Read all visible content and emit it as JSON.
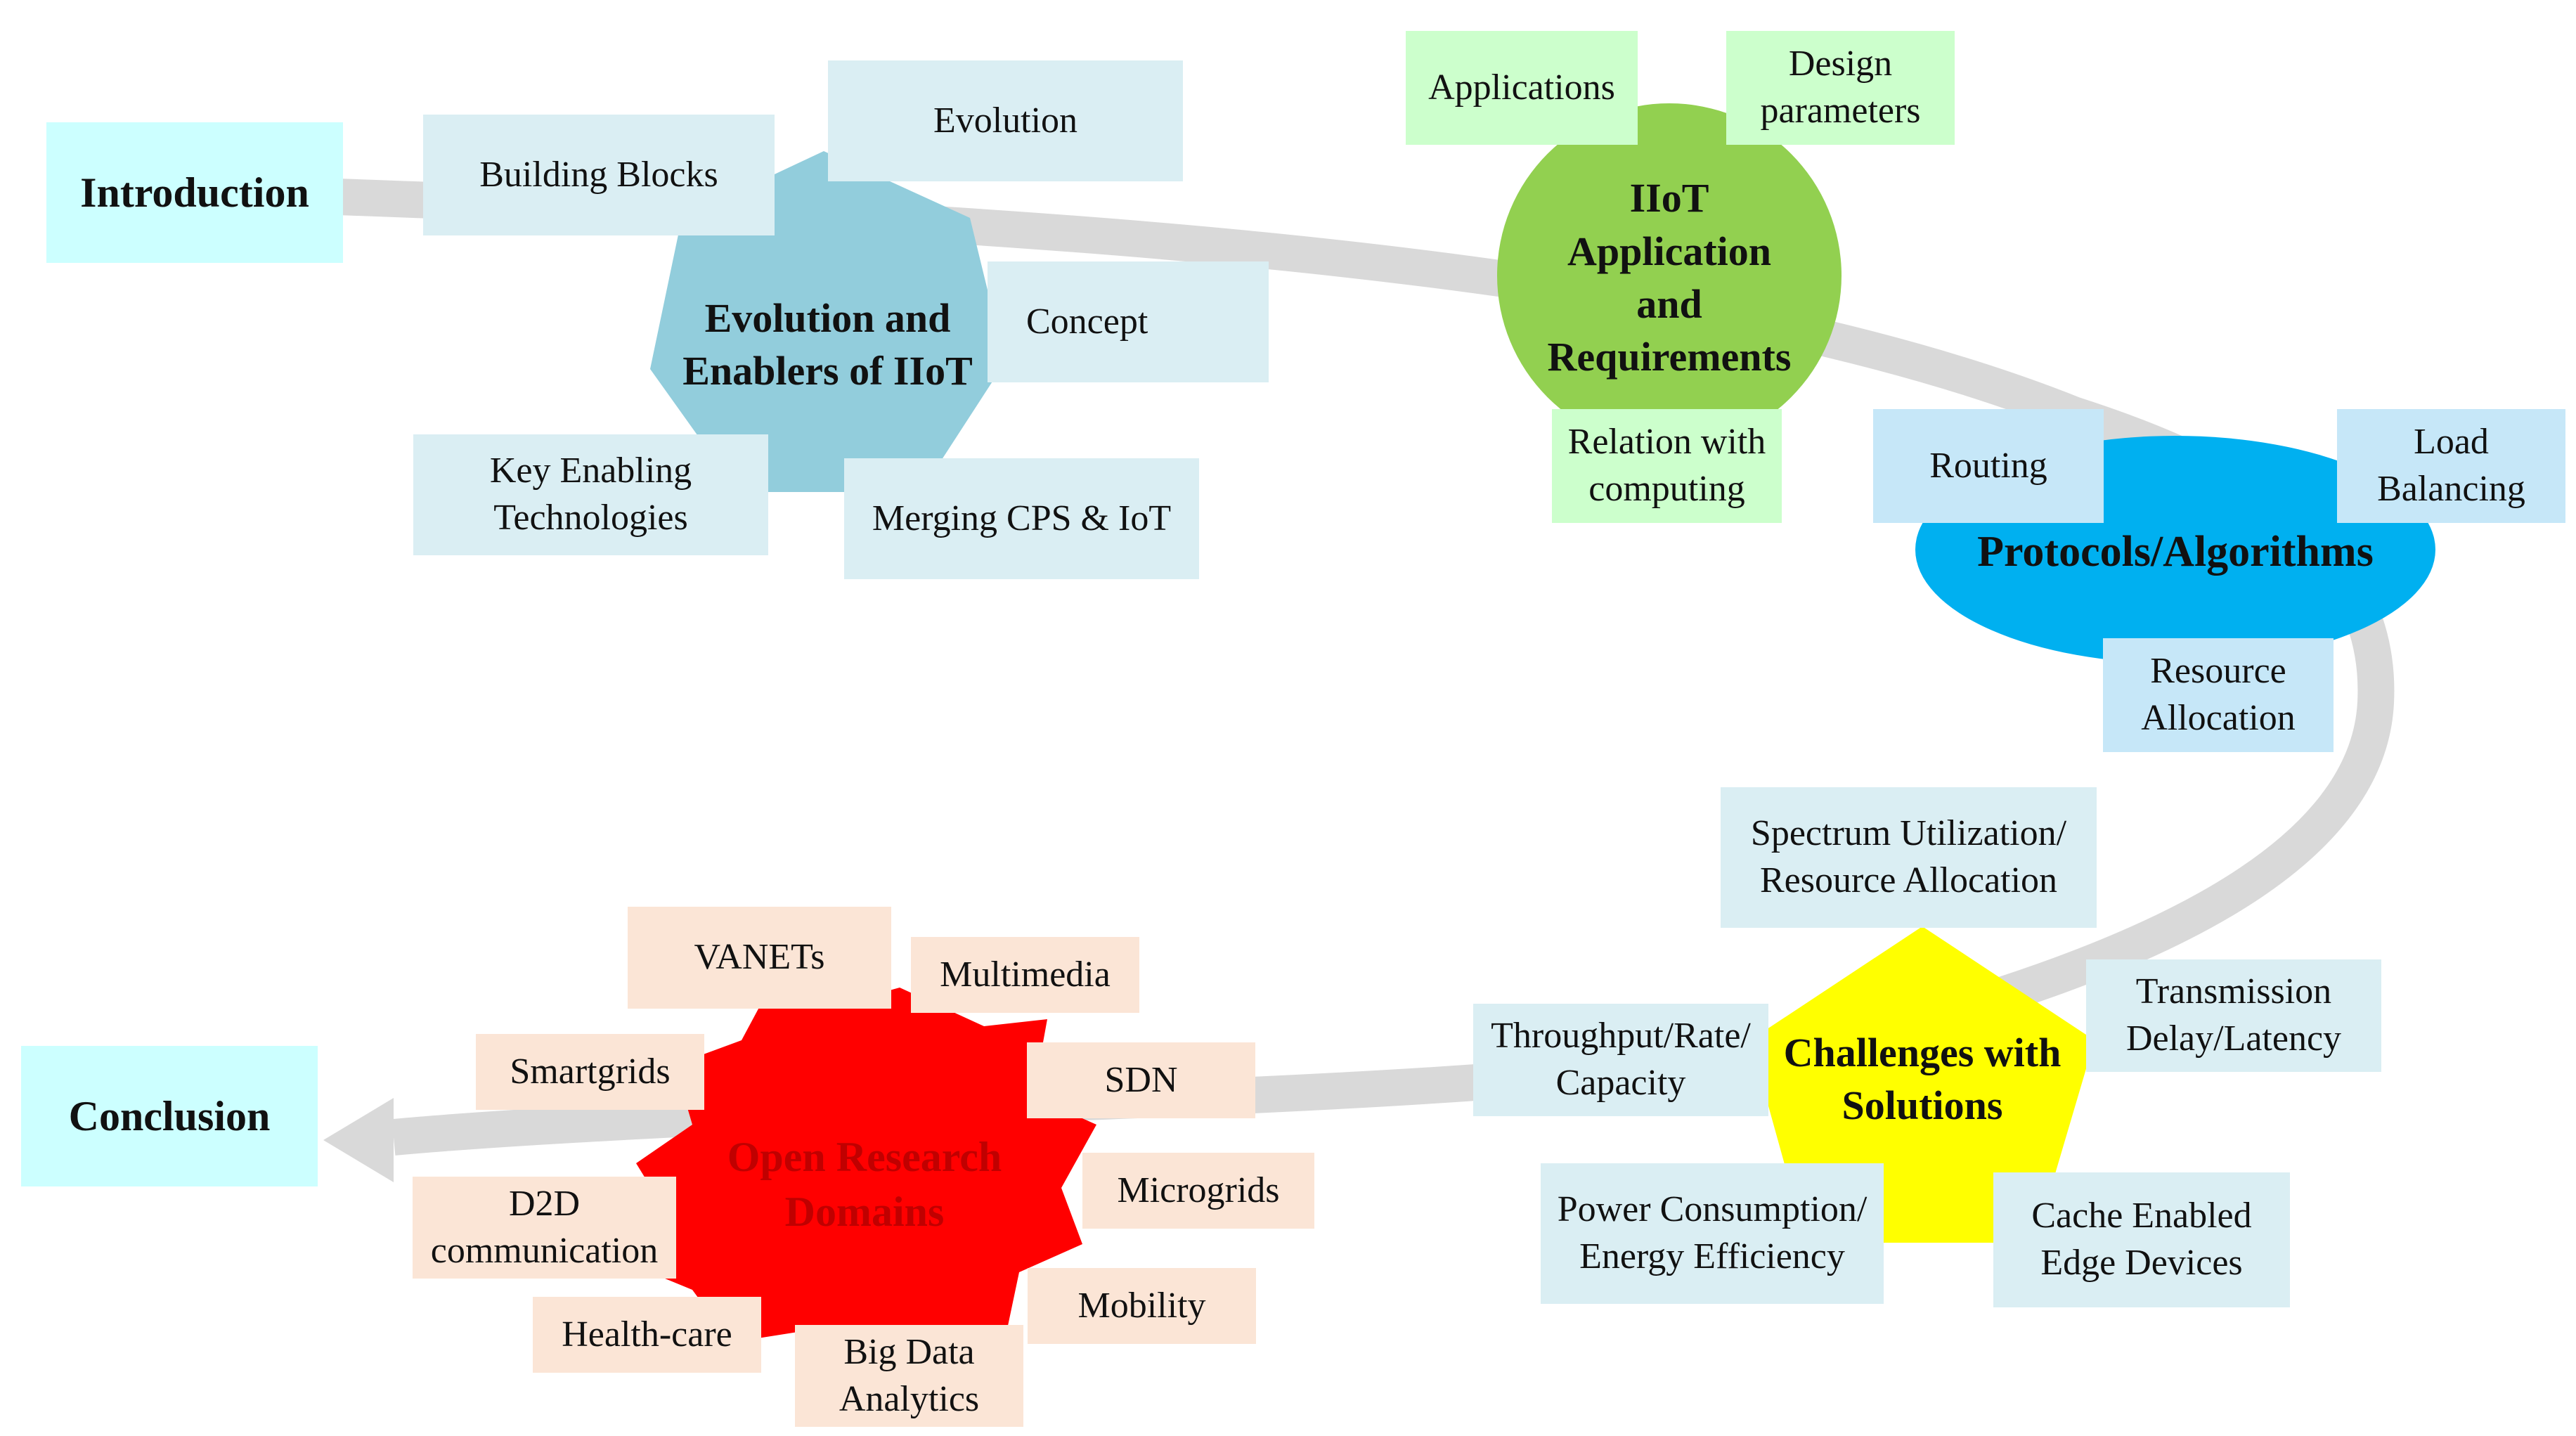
{
  "terminals": {
    "start": "Introduction",
    "end": "Conclusion"
  },
  "hubs": {
    "evolution": {
      "label": "Evolution and\nEnablers of IIoT",
      "color": "#92cddc",
      "subtopics": [
        "Building Blocks",
        "Evolution",
        "Concept",
        "Key Enabling\nTechnologies",
        "Merging CPS & IoT"
      ]
    },
    "iiot": {
      "label": "IIoT\nApplication\nand\nRequirements",
      "color": "#92d050",
      "subtopics": [
        "Applications",
        "Design\nparameters",
        "Relation with\ncomputing"
      ]
    },
    "protocols": {
      "label": "Protocols/Algorithms",
      "color": "#00b0f0",
      "subtopics": [
        "Routing",
        "Load\nBalancing",
        "Resource\nAllocation"
      ]
    },
    "challenges": {
      "label": "Challenges with\nSolutions",
      "color": "#ffff00",
      "subtopics": [
        "Spectrum Utilization/\nResource Allocation",
        "Throughput/Rate/\nCapacity",
        "Transmission\nDelay/Latency",
        "Power Consumption/\nEnergy Efficiency",
        "Cache Enabled\nEdge Devices"
      ]
    },
    "research": {
      "label": "Open Research\nDomains",
      "color": "#ff0000",
      "label_color": "#c00000",
      "subtopics": [
        "VANETs",
        "Multimedia",
        "Smartgrids",
        "SDN",
        "D2D\ncommunication",
        "Microgrids",
        "Health-care",
        "Mobility",
        "Big Data\nAnalytics"
      ]
    }
  },
  "colors": {
    "path": "#d9d9d9",
    "terminal_fill": "#ccffff"
  }
}
